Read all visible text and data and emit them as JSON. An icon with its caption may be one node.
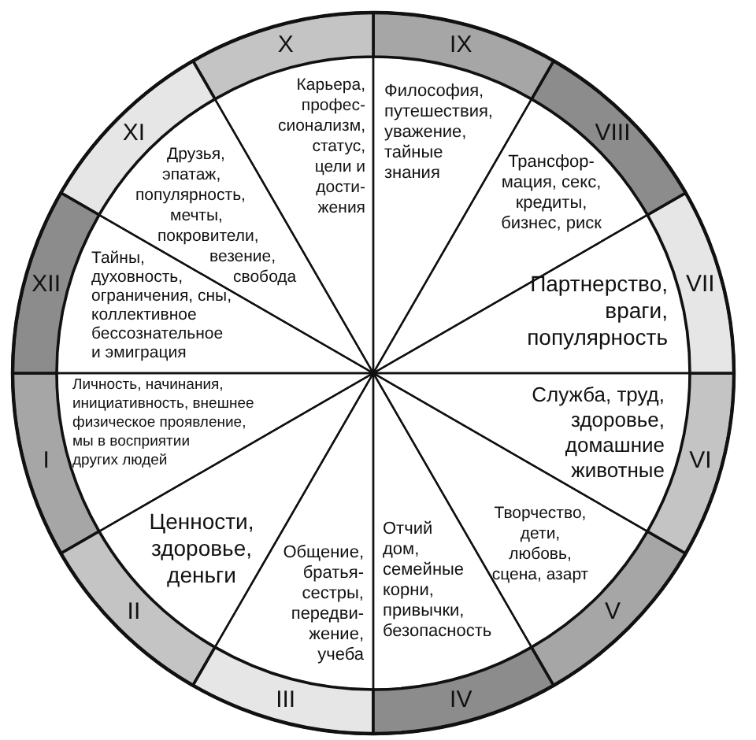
{
  "diagram": {
    "nodes": [
      {
        "text": [
          "I",
          "Личность, начинания, инициативность, внешнее физическое проявление, мы в восприятии других людей"
        ]
      },
      {
        "text": [
          "II",
          "Ценности, здоровье, деньги"
        ]
      },
      {
        "text": [
          "Общение, братья- сестры, передви- жение, учеба",
          "III"
        ]
      },
      {
        "text": [
          "Отчий дом, семейные корни, привычки, безопасность",
          "IV"
        ]
      },
      {
        "text": [
          "V",
          "Творчество, дети, любовь, сцена, азарт"
        ]
      },
      {
        "text": [
          "Служба, труд, здоровье, домашние животные",
          "VI"
        ]
      },
      {
        "text": [
          "Партнерство, враги, популярность",
          "VII"
        ]
      },
      {
        "text": [
          "VIII",
          "Трансфор- мация, секс, кредиты, бизнес, риск"
        ]
      },
      {
        "text": [
          "IX",
          "Философия, путешествия, уважение, тайные знания"
        ]
      },
      {
        "text": [
          "X",
          "Карьера, профес- сионализм, статус, цели и дости- жения"
        ]
      },
      {
        "text": [
          "XI",
          "Друзья, эпатаж, популярность, мечты, покровители, везение, свобода"
        ]
      },
      {
        "text": [
          "XII",
          "Тайны, духовность, ограничения, сны, коллективное бессознательное и эмиграция"
        ]
      }
    ]
  }
}
